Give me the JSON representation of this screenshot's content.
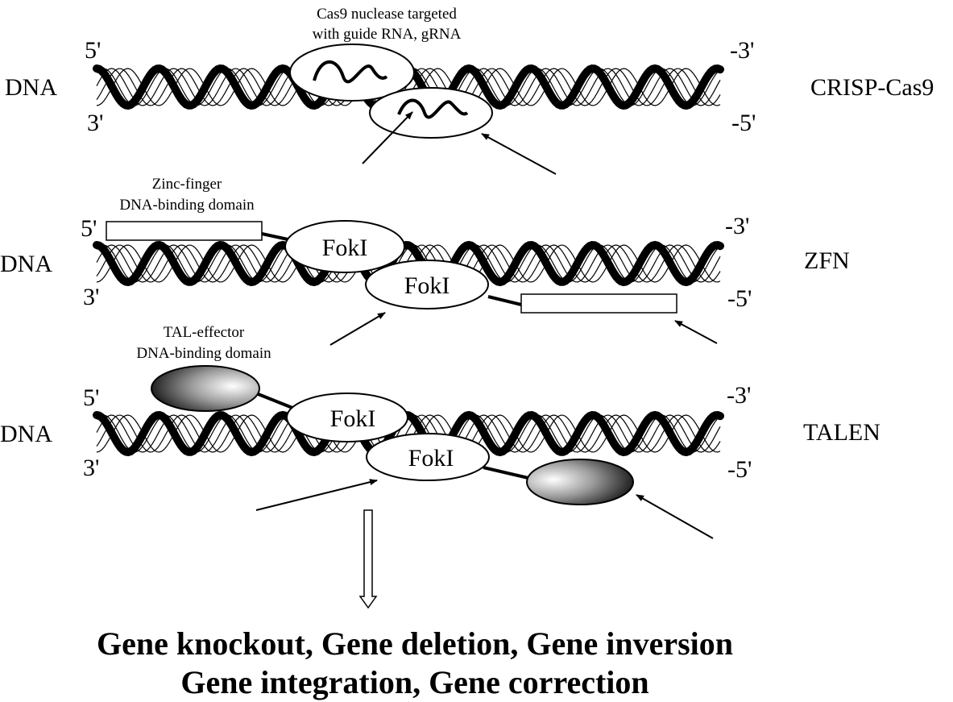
{
  "rows": [
    {
      "id": "crispr",
      "left_label": "DNA",
      "right_label": "CRISP-Cas9",
      "top_left_end": "5'",
      "bottom_left_end": "3'",
      "top_right_end": "-3'",
      "bottom_right_end": "-5'",
      "annotation_lines": [
        "Cas9 nuclease targeted",
        "with guide RNA, gRNA"
      ]
    },
    {
      "id": "zfn",
      "left_label": "DNA",
      "right_label": "ZFN",
      "top_left_end": "5'",
      "bottom_left_end": "3'",
      "top_right_end": "-3'",
      "bottom_right_end": "-5'",
      "annotation_lines": [
        "Zinc-finger",
        "DNA-binding domain"
      ],
      "nuclease_top": "FokI",
      "nuclease_bottom": "FokI"
    },
    {
      "id": "talen",
      "left_label": "DNA",
      "right_label": "TALEN",
      "top_left_end": "5'",
      "bottom_left_end": "3'",
      "top_right_end": "-3'",
      "bottom_right_end": "-5'",
      "annotation_lines": [
        "TAL-effector",
        "DNA-binding domain"
      ],
      "nuclease_top": "FokI",
      "nuclease_bottom": "FokI"
    }
  ],
  "outcome_lines": [
    "Gene knockout, Gene deletion, Gene inversion",
    "Gene integration, Gene correction"
  ]
}
